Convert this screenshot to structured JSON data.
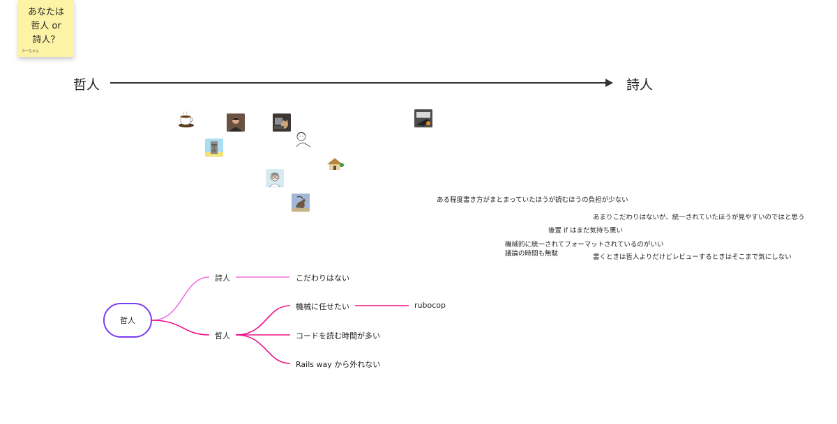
{
  "sticky_note": {
    "line1": "あなたは",
    "line2": "哲人 or",
    "line3": "詩人？",
    "author": "カーちゃん"
  },
  "axis": {
    "left_label": "哲人",
    "right_label": "詩人"
  },
  "avatars": [
    {
      "name": "coffee-cup-avatar"
    },
    {
      "name": "person-photo-avatar"
    },
    {
      "name": "cat-laptop-avatar"
    },
    {
      "name": "line-drawing-face-avatar"
    },
    {
      "name": "moai-avatar"
    },
    {
      "name": "thatched-house-avatar"
    },
    {
      "name": "glasses-man-avatar"
    },
    {
      "name": "goat-avatar"
    },
    {
      "name": "desk-photo-avatar"
    }
  ],
  "comments": [
    "ある程度書き方がまとまっていたほうが読むほうの負担が少ない",
    "あまりこだわりはないが、統一されていたほうが見やすいのではと思う",
    "後置 if はまだ気持ち悪い",
    "機械的に統一されてフォーマットされているのがいい",
    "議論の時間も無駄",
    "書くときは哲人よりだけどレビューするときはそこまで気にしない"
  ],
  "mindmap": {
    "root": "哲人",
    "branch_poet": "詩人",
    "branch_philosopher": "哲人",
    "poet_child": "こだわりはない",
    "philosopher_children": [
      "機械に任せたい",
      "コードを読む時間が多い",
      "Rails way から外れない"
    ],
    "machine_child": "rubocop",
    "colors": {
      "root_border": "#7a3cf0",
      "poet_edge": "#f06ee0",
      "philosopher_edge": "#f0108a"
    }
  }
}
